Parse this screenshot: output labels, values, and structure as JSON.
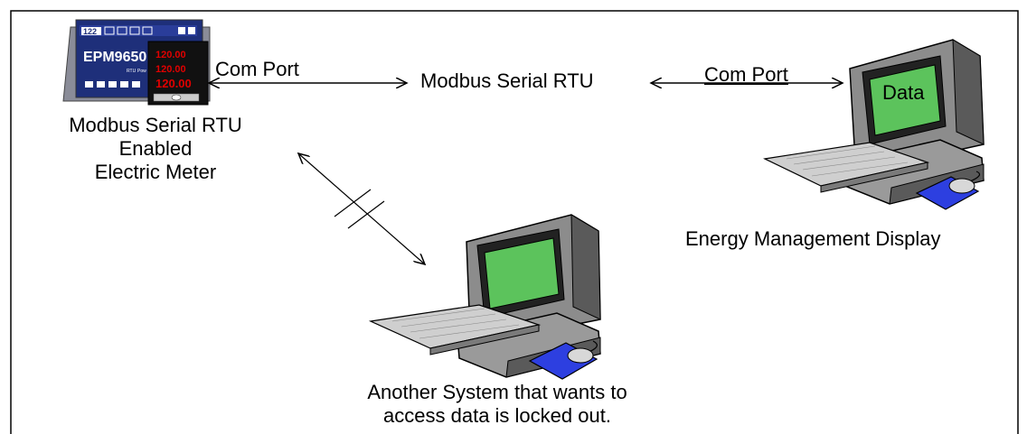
{
  "meter": {
    "model": "EPM9650",
    "sub_labels": [
      "RTU",
      "Pow"
    ],
    "top_readout": "122",
    "readings": [
      "120.00",
      "120.00",
      "120.00"
    ],
    "caption_lines": [
      "Modbus Serial RTU",
      "Enabled",
      "Electric Meter"
    ]
  },
  "links": {
    "left_port": "Com Port",
    "protocol": "Modbus Serial RTU",
    "right_port": "Com Port"
  },
  "display": {
    "screen_text": "Data",
    "caption": "Energy Management Display"
  },
  "other_system": {
    "caption_lines": [
      "Another System that wants to",
      "access data is locked out."
    ]
  },
  "colors": {
    "screen_green": "#5cc35c",
    "monitor_gray": "#8c8c8c",
    "mouse_pad_blue": "#2d3fe0",
    "reading_red": "#e00000"
  }
}
